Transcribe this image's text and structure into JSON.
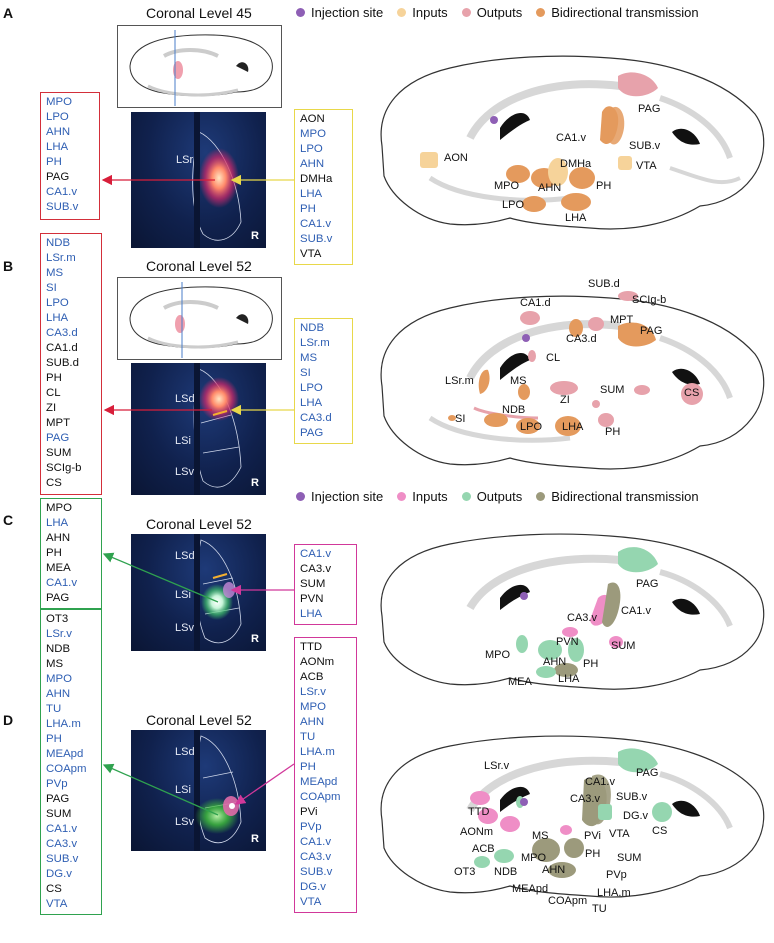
{
  "panels": {
    "A": {
      "letter": "A",
      "title": "Coronal Level 45",
      "micro_labels": [
        "LSr",
        "R"
      ],
      "output_list": [
        {
          "t": "MPO",
          "c": "blue"
        },
        {
          "t": "LPO",
          "c": "blue"
        },
        {
          "t": "AHN",
          "c": "blue"
        },
        {
          "t": "LHA",
          "c": "blue"
        },
        {
          "t": "PH",
          "c": "blue"
        },
        {
          "t": "PAG",
          "c": "blk"
        },
        {
          "t": "CA1.v",
          "c": "blue"
        },
        {
          "t": "SUB.v",
          "c": "blue"
        }
      ],
      "input_list": [
        {
          "t": "AON",
          "c": "blk"
        },
        {
          "t": "MPO",
          "c": "blue"
        },
        {
          "t": "LPO",
          "c": "blue"
        },
        {
          "t": "AHN",
          "c": "blue"
        },
        {
          "t": "DMHa",
          "c": "blk"
        },
        {
          "t": "LHA",
          "c": "blue"
        },
        {
          "t": "PH",
          "c": "blue"
        },
        {
          "t": "CA1.v",
          "c": "blue"
        },
        {
          "t": "SUB.v",
          "c": "blue"
        },
        {
          "t": "VTA",
          "c": "blk"
        }
      ],
      "brain_labels": [
        "PAG",
        "CA1.v",
        "SUB.v",
        "AON",
        "DMHa",
        "VTA",
        "MPO",
        "AHN",
        "PH",
        "LPO",
        "LHA"
      ]
    },
    "B": {
      "letter": "B",
      "title": "Coronal Level 52",
      "micro_labels": [
        "LSd",
        "LSi",
        "LSv",
        "R"
      ],
      "output_list": [
        {
          "t": "NDB",
          "c": "blue"
        },
        {
          "t": "LSr.m",
          "c": "blue"
        },
        {
          "t": "MS",
          "c": "blue"
        },
        {
          "t": "SI",
          "c": "blue"
        },
        {
          "t": "LPO",
          "c": "blue"
        },
        {
          "t": "LHA",
          "c": "blue"
        },
        {
          "t": "CA3.d",
          "c": "blue"
        },
        {
          "t": "CA1.d",
          "c": "blk"
        },
        {
          "t": "SUB.d",
          "c": "blk"
        },
        {
          "t": "PH",
          "c": "blk"
        },
        {
          "t": "CL",
          "c": "blk"
        },
        {
          "t": "ZI",
          "c": "blk"
        },
        {
          "t": "MPT",
          "c": "blk"
        },
        {
          "t": "PAG",
          "c": "blue"
        },
        {
          "t": "SUM",
          "c": "blk"
        },
        {
          "t": "SCIg-b",
          "c": "blk"
        },
        {
          "t": "CS",
          "c": "blk"
        }
      ],
      "input_list": [
        {
          "t": "NDB",
          "c": "blue"
        },
        {
          "t": "LSr.m",
          "c": "blue"
        },
        {
          "t": "MS",
          "c": "blue"
        },
        {
          "t": "SI",
          "c": "blue"
        },
        {
          "t": "LPO",
          "c": "blue"
        },
        {
          "t": "LHA",
          "c": "blue"
        },
        {
          "t": "CA3.d",
          "c": "blue"
        },
        {
          "t": "PAG",
          "c": "blue"
        }
      ],
      "brain_labels": [
        "SUB.d",
        "SCIg-b",
        "CA1.d",
        "MPT",
        "PAG",
        "CA3.d",
        "CL",
        "LSr.m",
        "MS",
        "SUM",
        "CS",
        "ZI",
        "NDB",
        "SI",
        "LPO",
        "LHA",
        "PH"
      ]
    },
    "C": {
      "letter": "C",
      "title": "Coronal Level 52",
      "micro_labels": [
        "LSd",
        "LSi",
        "LSv",
        "R"
      ],
      "output_list": [
        {
          "t": "MPO",
          "c": "blk"
        },
        {
          "t": "LHA",
          "c": "blue"
        },
        {
          "t": "AHN",
          "c": "blk"
        },
        {
          "t": "PH",
          "c": "blk"
        },
        {
          "t": "MEA",
          "c": "blk"
        },
        {
          "t": "CA1.v",
          "c": "blue"
        },
        {
          "t": "PAG",
          "c": "blk"
        }
      ],
      "input_list": [
        {
          "t": "CA1.v",
          "c": "blue"
        },
        {
          "t": "CA3.v",
          "c": "blk"
        },
        {
          "t": "SUM",
          "c": "blk"
        },
        {
          "t": "PVN",
          "c": "blk"
        },
        {
          "t": "LHA",
          "c": "blue"
        }
      ],
      "brain_labels": [
        "PAG",
        "CA3.v",
        "CA1.v",
        "PVN",
        "SUM",
        "MPO",
        "AHN",
        "PH",
        "MEA",
        "LHA"
      ]
    },
    "D": {
      "letter": "D",
      "title": "Coronal Level 52",
      "micro_labels": [
        "LSd",
        "LSi",
        "LSv",
        "R"
      ],
      "output_list": [
        {
          "t": "OT3",
          "c": "blk"
        },
        {
          "t": "LSr.v",
          "c": "blue"
        },
        {
          "t": "NDB",
          "c": "blk"
        },
        {
          "t": "MS",
          "c": "blk"
        },
        {
          "t": "MPO",
          "c": "blue"
        },
        {
          "t": "AHN",
          "c": "blue"
        },
        {
          "t": "TU",
          "c": "blue"
        },
        {
          "t": "LHA.m",
          "c": "blue"
        },
        {
          "t": "PH",
          "c": "blue"
        },
        {
          "t": "MEApd",
          "c": "blue"
        },
        {
          "t": "COApm",
          "c": "blue"
        },
        {
          "t": "PVp",
          "c": "blue"
        },
        {
          "t": "PAG",
          "c": "blk"
        },
        {
          "t": "SUM",
          "c": "blk"
        },
        {
          "t": "CA1.v",
          "c": "blue"
        },
        {
          "t": "CA3.v",
          "c": "blue"
        },
        {
          "t": "SUB.v",
          "c": "blue"
        },
        {
          "t": "DG.v",
          "c": "blue"
        },
        {
          "t": "CS",
          "c": "blk"
        },
        {
          "t": "VTA",
          "c": "blue"
        }
      ],
      "input_list": [
        {
          "t": "TTD",
          "c": "blk"
        },
        {
          "t": "AONm",
          "c": "blk"
        },
        {
          "t": "ACB",
          "c": "blk"
        },
        {
          "t": "LSr.v",
          "c": "blue"
        },
        {
          "t": "MPO",
          "c": "blue"
        },
        {
          "t": "AHN",
          "c": "blue"
        },
        {
          "t": "TU",
          "c": "blue"
        },
        {
          "t": "LHA.m",
          "c": "blue"
        },
        {
          "t": "PH",
          "c": "blue"
        },
        {
          "t": "MEApd",
          "c": "blue"
        },
        {
          "t": "COApm",
          "c": "blue"
        },
        {
          "t": "PVi",
          "c": "blk"
        },
        {
          "t": "PVp",
          "c": "blue"
        },
        {
          "t": "CA1.v",
          "c": "blue"
        },
        {
          "t": "CA3.v",
          "c": "blue"
        },
        {
          "t": "SUB.v",
          "c": "blue"
        },
        {
          "t": "DG.v",
          "c": "blue"
        },
        {
          "t": "VTA",
          "c": "blue"
        }
      ],
      "brain_labels": [
        "LSr.v",
        "PAG",
        "CA1.v",
        "SUB.v",
        "CA3.v",
        "TTD",
        "DG.v",
        "CS",
        "AONm",
        "MS",
        "PVi",
        "VTA",
        "ACB",
        "MPO",
        "SUM",
        "PH",
        "OT3",
        "NDB",
        "AHN",
        "PVp",
        "MEApd",
        "LHA.m",
        "COApm",
        "TU"
      ]
    }
  },
  "legend_top": {
    "items": [
      "Injection site",
      "Inputs",
      "Outputs",
      "Bidirectional transmission"
    ],
    "colors": [
      "#8e5fb5",
      "#f6d39a",
      "#e7a2ab",
      "#e49a5d"
    ]
  },
  "legend_bottom": {
    "items": [
      "Injection site",
      "Inputs",
      "Outputs",
      "Bidirectional transmission"
    ],
    "colors": [
      "#8e5fb5",
      "#ef8ec6",
      "#95d6b0",
      "#9c9a7c"
    ]
  },
  "colors": {
    "box_red": "#d32f3a",
    "box_yellow": "#e8d84a",
    "box_green": "#2fa24f",
    "box_magenta": "#d1389a",
    "arrow_red": "#d81e3a",
    "arrow_yellow": "#e8d84a",
    "arrow_green": "#2fa24f",
    "arrow_magenta": "#d1389a",
    "brain_gray": "#d7d7d7"
  }
}
